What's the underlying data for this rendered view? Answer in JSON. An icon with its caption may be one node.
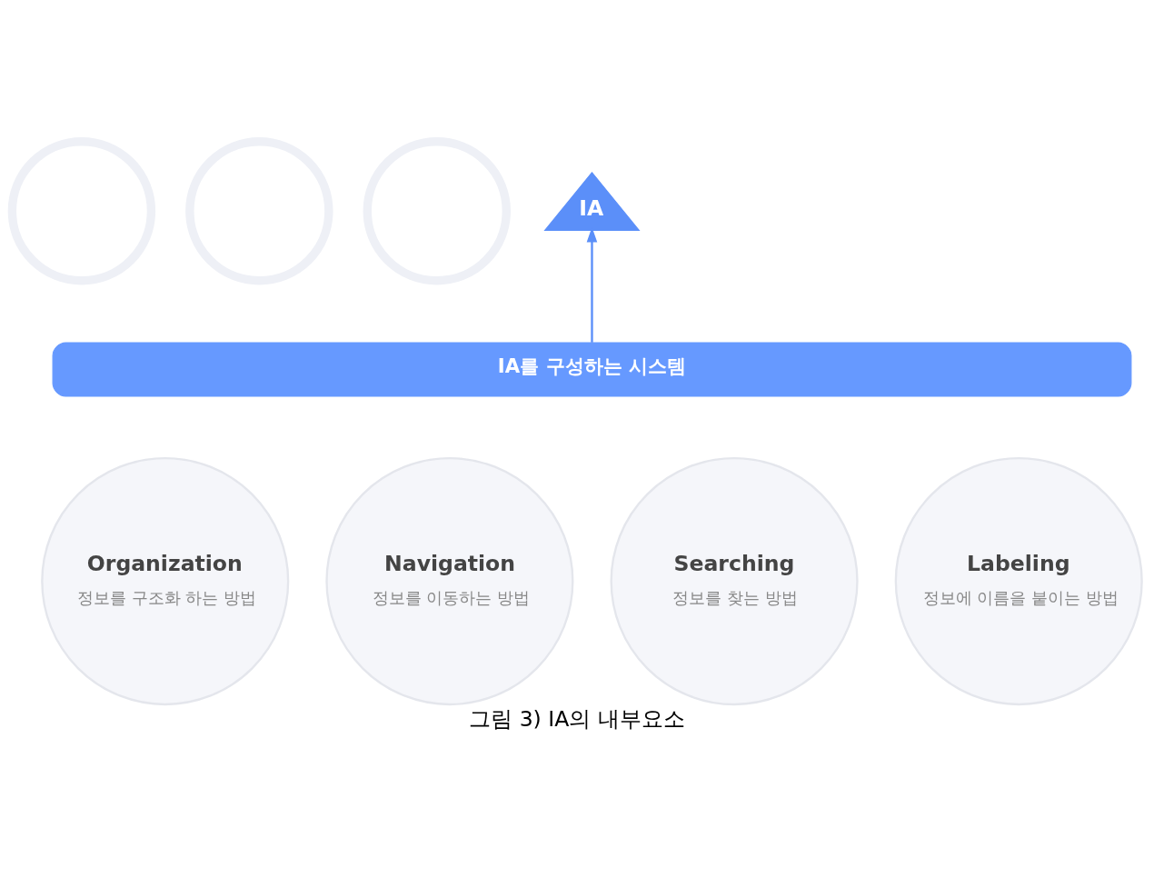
{
  "diagram": {
    "caption": "그림 3) IA의 내부요소",
    "nodes": [
      {
        "text": [],
        "shape": "circle"
      },
      {
        "text": [],
        "shape": "circle"
      },
      {
        "text": [],
        "shape": "circle"
      },
      {
        "text": [
          "IA"
        ]
      },
      {
        "text": [
          "IA를 구성하는 시스템"
        ]
      },
      {
        "text": [
          "Organization",
          "정보를 구조화 하는 방법"
        ]
      },
      {
        "text": [
          "Navigation",
          "정보를 이동하는 방법"
        ]
      },
      {
        "text": [
          "Searching",
          "정보를 찾는 방법"
        ]
      },
      {
        "text": [
          "Labeling",
          "정보에 이름을 붙이는 방법"
        ]
      }
    ],
    "edges": [
      {
        "from": 4,
        "to": 3,
        "arrow": "to"
      }
    ]
  }
}
